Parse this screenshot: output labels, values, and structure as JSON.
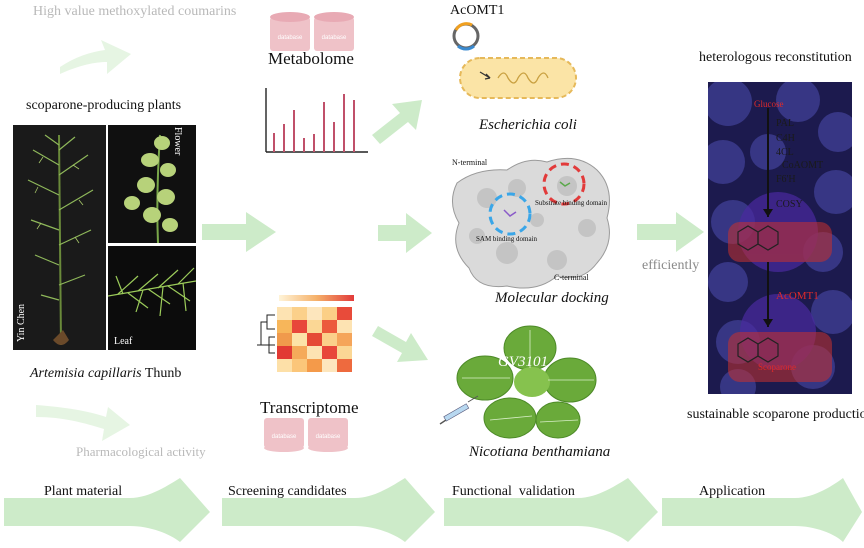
{
  "top_left": {
    "title": "High value methoxylated coumarins",
    "plants_title": "scoparone-producing plants",
    "species": "Artemisia capillaris",
    "species_author": "Thunb",
    "pharmacology": "Pharmacological activity",
    "photo_labels": {
      "main": "Yin Chen",
      "flower": "Flower",
      "leaf": "Leaf"
    }
  },
  "omics": {
    "metabolome": "Metabolome",
    "transcriptome": "Transcriptome",
    "db_label": "database",
    "bar_color": "#c0506a"
  },
  "validation": {
    "gene": "AcOMT1",
    "host1": "Escherichia coli",
    "docking": "Molecular docking",
    "n_terminal": "N-terminal",
    "c_terminal": "C-terminal",
    "substrate_domain": "Substrate binding domain",
    "sam_domain": "SAM binding domain",
    "strain": "GV3101",
    "host2": "Nicotiana benthamiana"
  },
  "application": {
    "title": "heterologous reconstitution",
    "efficiently": "efficiently",
    "bottom": "sustainable scoparone production",
    "pathway_start": "Glucose",
    "enzymes": [
      "PAL",
      "C4H",
      "4CL",
      "CoAOMT",
      "F6'H",
      "COSY"
    ],
    "key_enzyme": "AcOMT1",
    "product": "Scoparone"
  },
  "steps": [
    "Plant material",
    "Screening candidates",
    "Functional  validation",
    "Application"
  ]
}
